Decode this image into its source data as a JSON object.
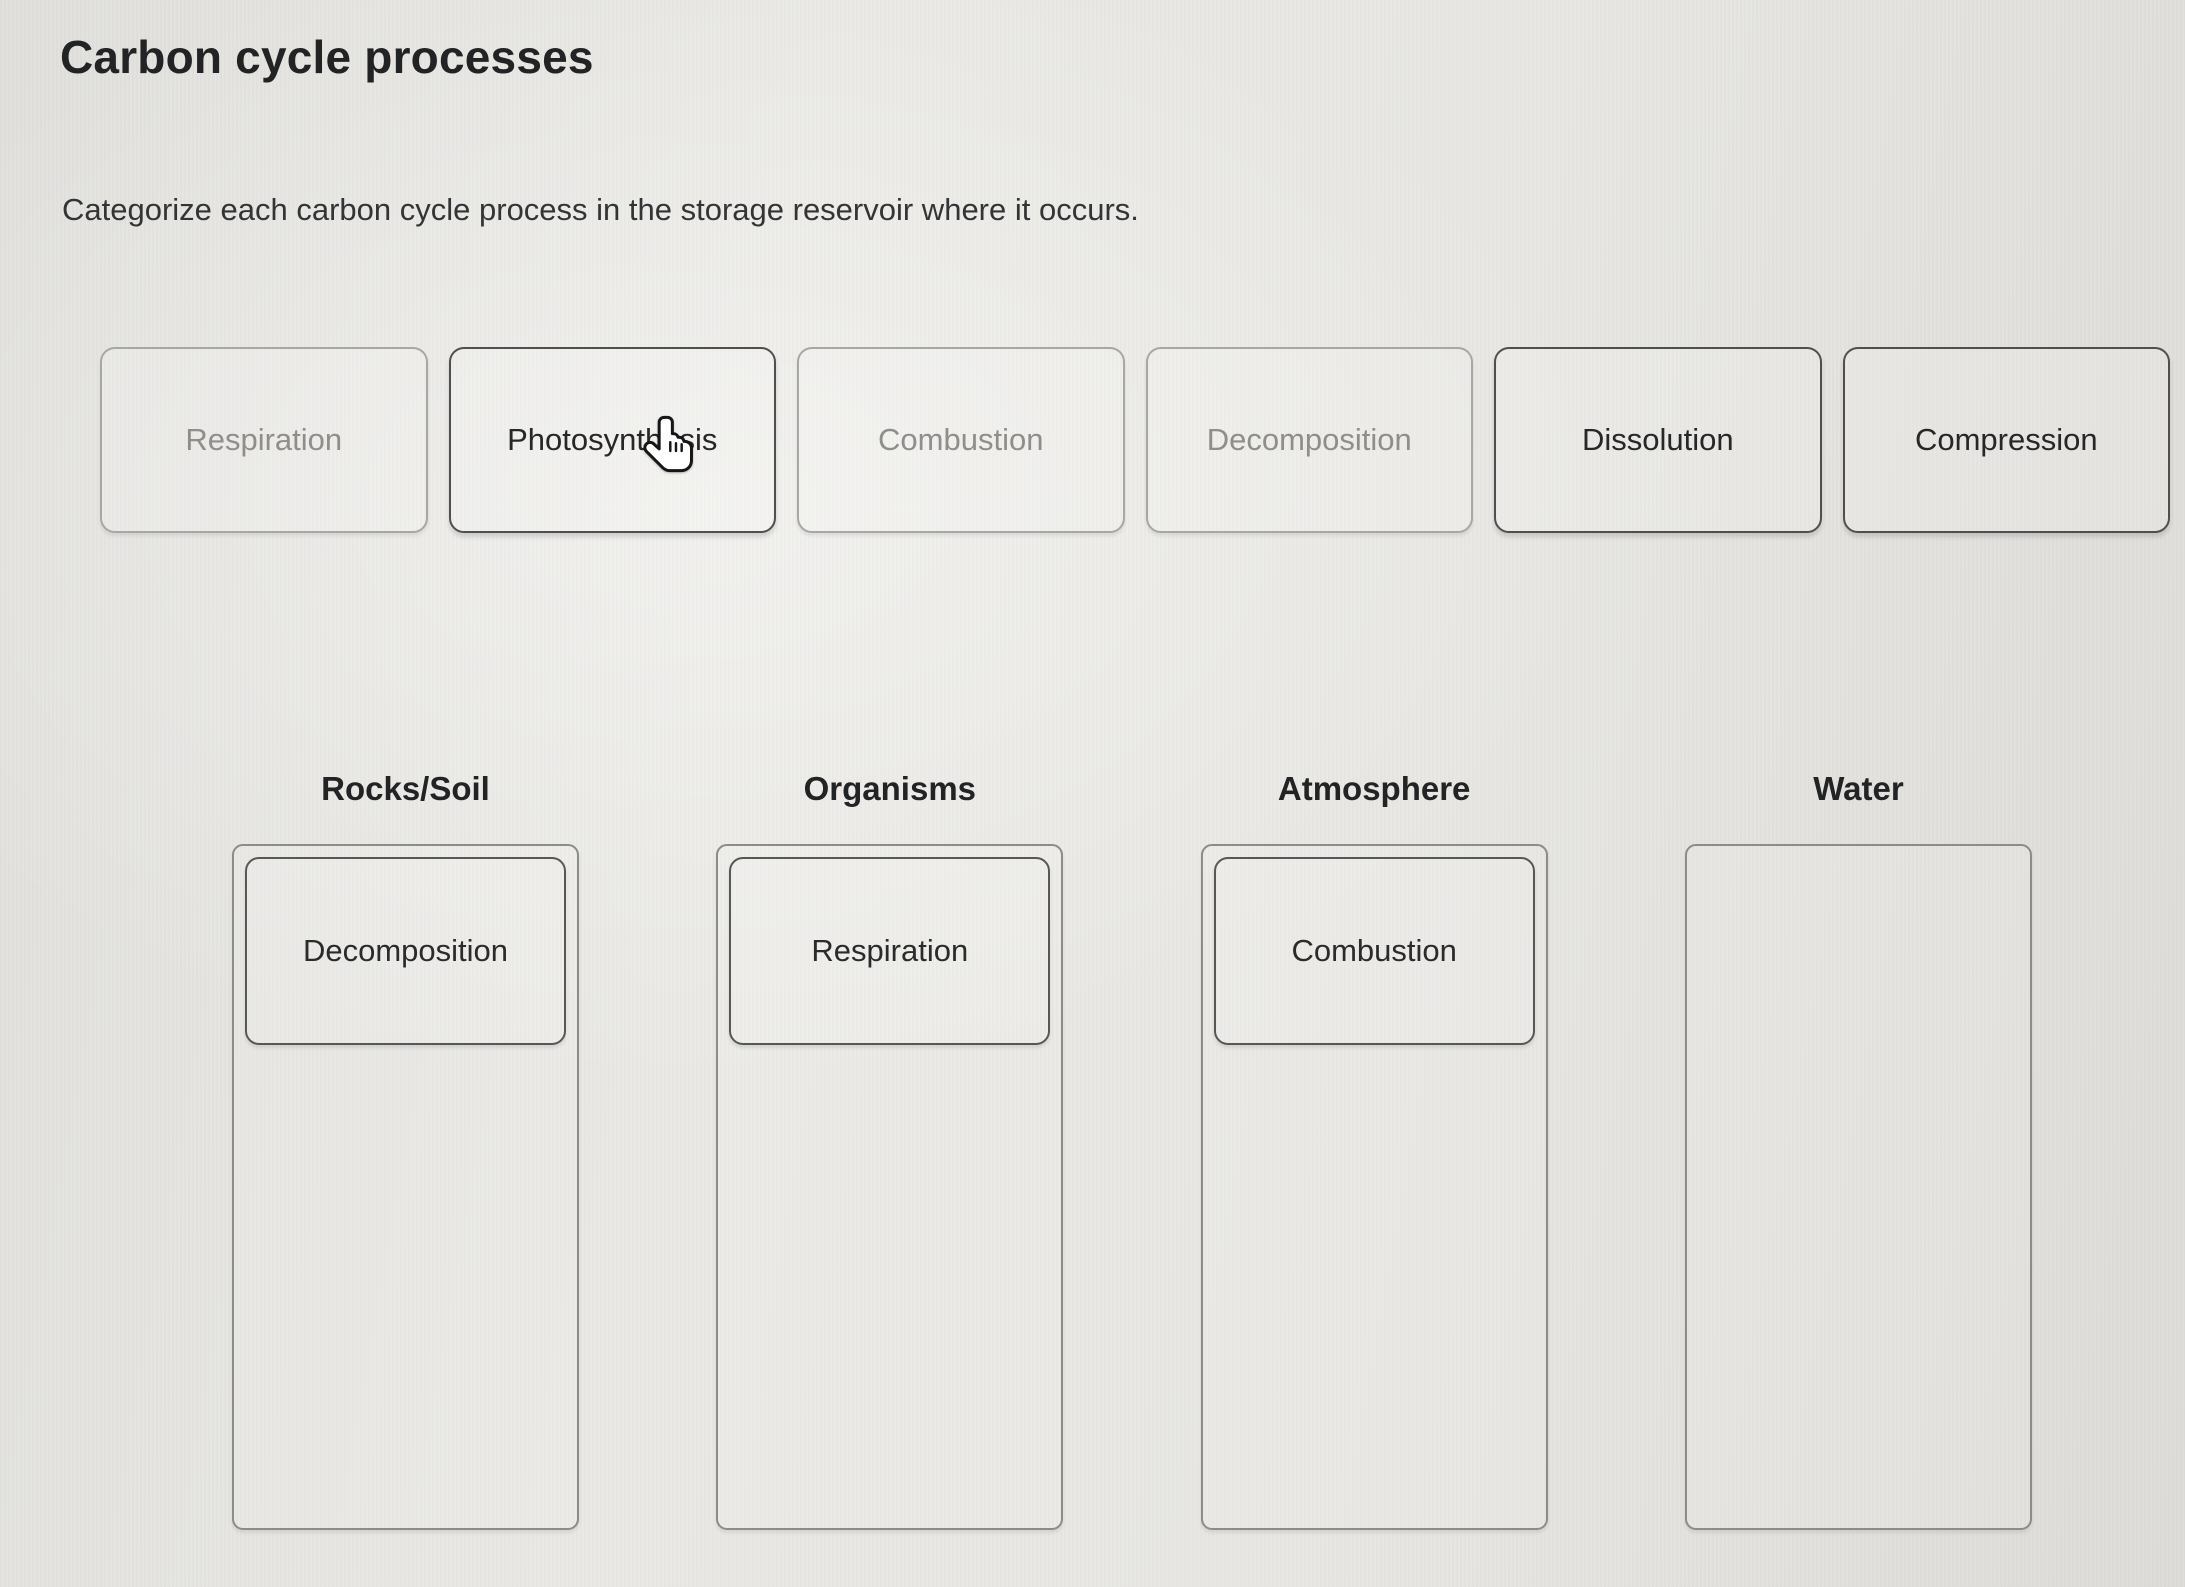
{
  "page": {
    "title": "Carbon cycle processes",
    "instruction": "Categorize each carbon cycle process in the storage reservoir where it occurs."
  },
  "chips": [
    {
      "label": "Respiration",
      "state": "used"
    },
    {
      "label": "Photosynthesis",
      "state": "active",
      "cursor": true
    },
    {
      "label": "Combustion",
      "state": "used"
    },
    {
      "label": "Decomposition",
      "state": "used"
    },
    {
      "label": "Dissolution",
      "state": "active"
    },
    {
      "label": "Compression",
      "state": "active"
    }
  ],
  "categories": [
    {
      "label": "Rocks/Soil",
      "placed": [
        "Decomposition"
      ]
    },
    {
      "label": "Organisms",
      "placed": [
        "Respiration"
      ]
    },
    {
      "label": "Atmosphere",
      "placed": [
        "Combustion"
      ]
    },
    {
      "label": "Water",
      "placed": []
    }
  ],
  "cursor": {
    "icon": "pointer-hand-icon",
    "over_chip": "Photosynthesis"
  },
  "colors": {
    "background": "#e8e7e3",
    "title_text": "#222324",
    "body_text": "#333435",
    "chip_border_active": "#4f4f4e",
    "chip_border_used": "#a8a7a4",
    "chip_text_active": "#272727",
    "chip_text_used": "#8f8e8b",
    "placed_chip_border": "#575756",
    "column_border": "#8d8c89"
  }
}
